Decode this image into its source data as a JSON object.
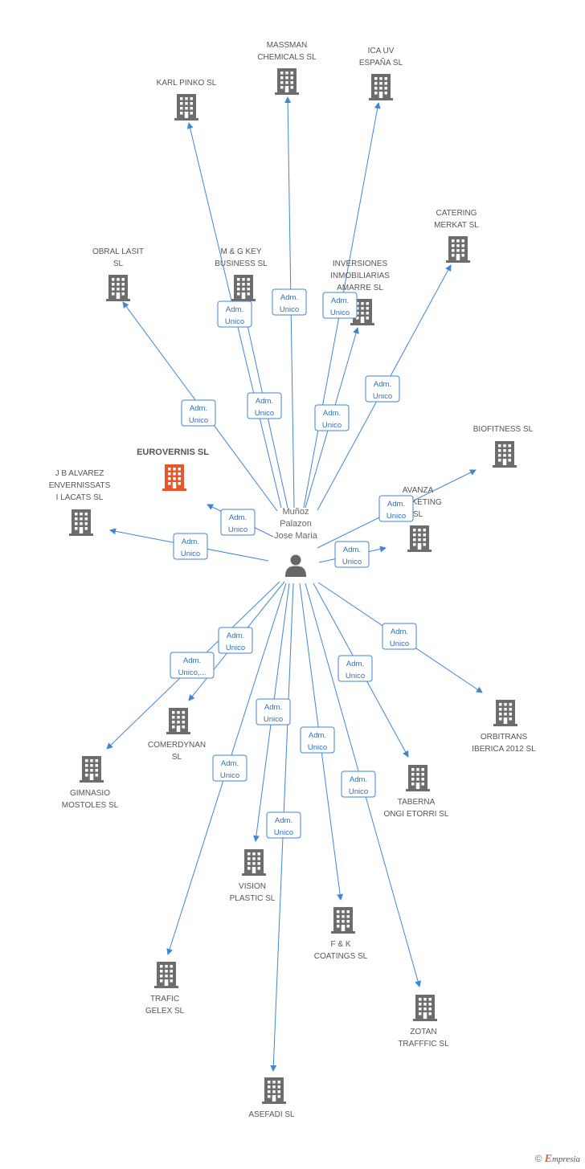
{
  "colors": {
    "edge": "#3f86d6",
    "building": "#6d6d6d",
    "focus_building": "#e8562a",
    "person": "#666666"
  },
  "person": {
    "label_lines": [
      "Muñoz",
      "Palazon",
      "Jose Maria"
    ],
    "icon": "person-icon"
  },
  "companies": [
    {
      "id": "karl-pinko",
      "label_lines": [
        "KARL PINKO  SL"
      ],
      "icon": "building-icon",
      "edge_label": [
        "Adm.",
        "Unico"
      ]
    },
    {
      "id": "massman",
      "label_lines": [
        "MASSMAN",
        "CHEMICALS  SL"
      ],
      "icon": "building-icon",
      "edge_label": [
        "Adm.",
        "Unico"
      ]
    },
    {
      "id": "ica-uv",
      "label_lines": [
        "ICA UV",
        "ESPAÑA SL"
      ],
      "icon": "building-icon",
      "edge_label": [
        "Adm.",
        "Unico"
      ]
    },
    {
      "id": "catering-merkat",
      "label_lines": [
        "CATERING",
        "MERKAT  SL"
      ],
      "icon": "building-icon",
      "edge_label": [
        "Adm.",
        "Unico"
      ]
    },
    {
      "id": "obral-lasit",
      "label_lines": [
        "OBRAL LASIT",
        "SL"
      ],
      "icon": "building-icon",
      "edge_label": [
        "Adm.",
        "Unico"
      ]
    },
    {
      "id": "mg-key",
      "label_lines": [
        "M & G KEY",
        "BUSINESS  SL"
      ],
      "icon": "building-icon",
      "edge_label": [
        "Adm.",
        "Unico"
      ]
    },
    {
      "id": "inversiones",
      "label_lines": [
        "INVERSIONES",
        "INMOBILIARIAS",
        "AMARRE  SL"
      ],
      "icon": "building-icon",
      "edge_label": [
        "Adm.",
        "Unico"
      ]
    },
    {
      "id": "biofitness",
      "label_lines": [
        "BIOFITNESS SL"
      ],
      "icon": "building-icon",
      "edge_label": [
        "Adm.",
        "Unico"
      ]
    },
    {
      "id": "eurovernis",
      "label_lines": [
        "EUROVERNIS SL"
      ],
      "icon": "building-icon",
      "edge_label": [
        "Adm.",
        "Unico"
      ],
      "focus": true
    },
    {
      "id": "jb-alvarez",
      "label_lines": [
        "J B ALVAREZ",
        "ENVERNISSATS",
        "I LACATS SL"
      ],
      "icon": "building-icon",
      "edge_label": [
        "Adm.",
        "Unico"
      ]
    },
    {
      "id": "avanza",
      "label_lines": [
        "AVANZA",
        "MARKETING",
        "SL"
      ],
      "icon": "building-icon",
      "edge_label": [
        "Adm.",
        "Unico"
      ]
    },
    {
      "id": "orbitrans",
      "label_lines": [
        "ORBITRANS",
        "IBERICA 2012 SL"
      ],
      "icon": "building-icon",
      "edge_label": [
        "Adm.",
        "Unico"
      ]
    },
    {
      "id": "comerdynan",
      "label_lines": [
        "COMERDYNAN",
        "SL"
      ],
      "icon": "building-icon",
      "edge_label": [
        "Adm.",
        "Unico"
      ]
    },
    {
      "id": "gimnasio",
      "label_lines": [
        "GIMNASIO",
        "MOSTOLES  SL"
      ],
      "icon": "building-icon",
      "edge_label": [
        "Adm.",
        "Unico,..."
      ]
    },
    {
      "id": "taberna",
      "label_lines": [
        "TABERNA",
        "ONGI ETORRI SL"
      ],
      "icon": "building-icon",
      "edge_label": [
        "Adm.",
        "Unico"
      ]
    },
    {
      "id": "vision-plastic",
      "label_lines": [
        "VISION",
        "PLASTIC  SL"
      ],
      "icon": "building-icon",
      "edge_label": [
        "Adm.",
        "Unico"
      ]
    },
    {
      "id": "fk-coatings",
      "label_lines": [
        "F & K",
        "COATINGS SL"
      ],
      "icon": "building-icon",
      "edge_label": [
        "Adm.",
        "Unico"
      ]
    },
    {
      "id": "trafic-gelex",
      "label_lines": [
        "TRAFIC",
        "GELEX  SL"
      ],
      "icon": "building-icon",
      "edge_label": [
        "Adm.",
        "Unico"
      ]
    },
    {
      "id": "zotan",
      "label_lines": [
        "ZOTAN",
        "TRAFFFIC SL"
      ],
      "icon": "building-icon",
      "edge_label": [
        "Adm.",
        "Unico"
      ]
    },
    {
      "id": "asefadi",
      "label_lines": [
        "ASEFADI  SL"
      ],
      "icon": "building-icon",
      "edge_label": [
        "Adm.",
        "Unico"
      ]
    }
  ],
  "footer": {
    "copyright": "©",
    "brand_first": "E",
    "brand_rest": "mpresia"
  }
}
